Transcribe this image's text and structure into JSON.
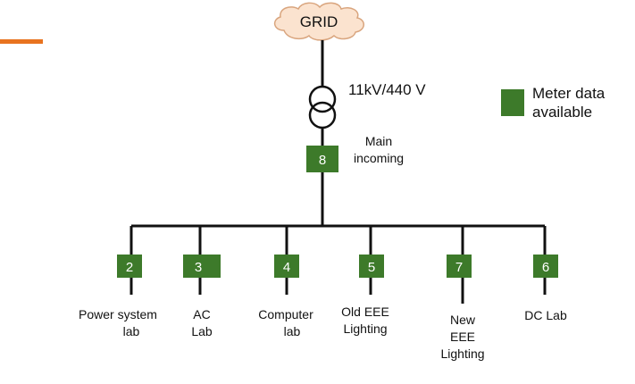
{
  "header": {
    "text": ""
  },
  "grid": {
    "label": "GRID"
  },
  "transformer": {
    "label": "11kV/440 V"
  },
  "legend": {
    "line1": "Meter data",
    "line2": "available"
  },
  "main_meter": {
    "id": "8",
    "label_line1": "Main",
    "label_line2": "incoming"
  },
  "branches": [
    {
      "id": "2",
      "lines": [
        "Power system",
        "lab"
      ]
    },
    {
      "id": "3",
      "lines": [
        "AC",
        "Lab"
      ]
    },
    {
      "id": "4",
      "lines": [
        "Computer",
        "lab"
      ]
    },
    {
      "id": "5",
      "lines": [
        "Old EEE",
        "Lighting"
      ]
    },
    {
      "id": "7",
      "lines": [
        "New",
        "EEE",
        "Lighting"
      ]
    },
    {
      "id": "6",
      "lines": [
        "DC Lab"
      ]
    }
  ],
  "colors": {
    "meter": "#3d7a2a",
    "cloud": "#fbe3cf",
    "cloud_stroke": "#d9a57e",
    "accent": "#e8731f",
    "line": "#111111"
  }
}
